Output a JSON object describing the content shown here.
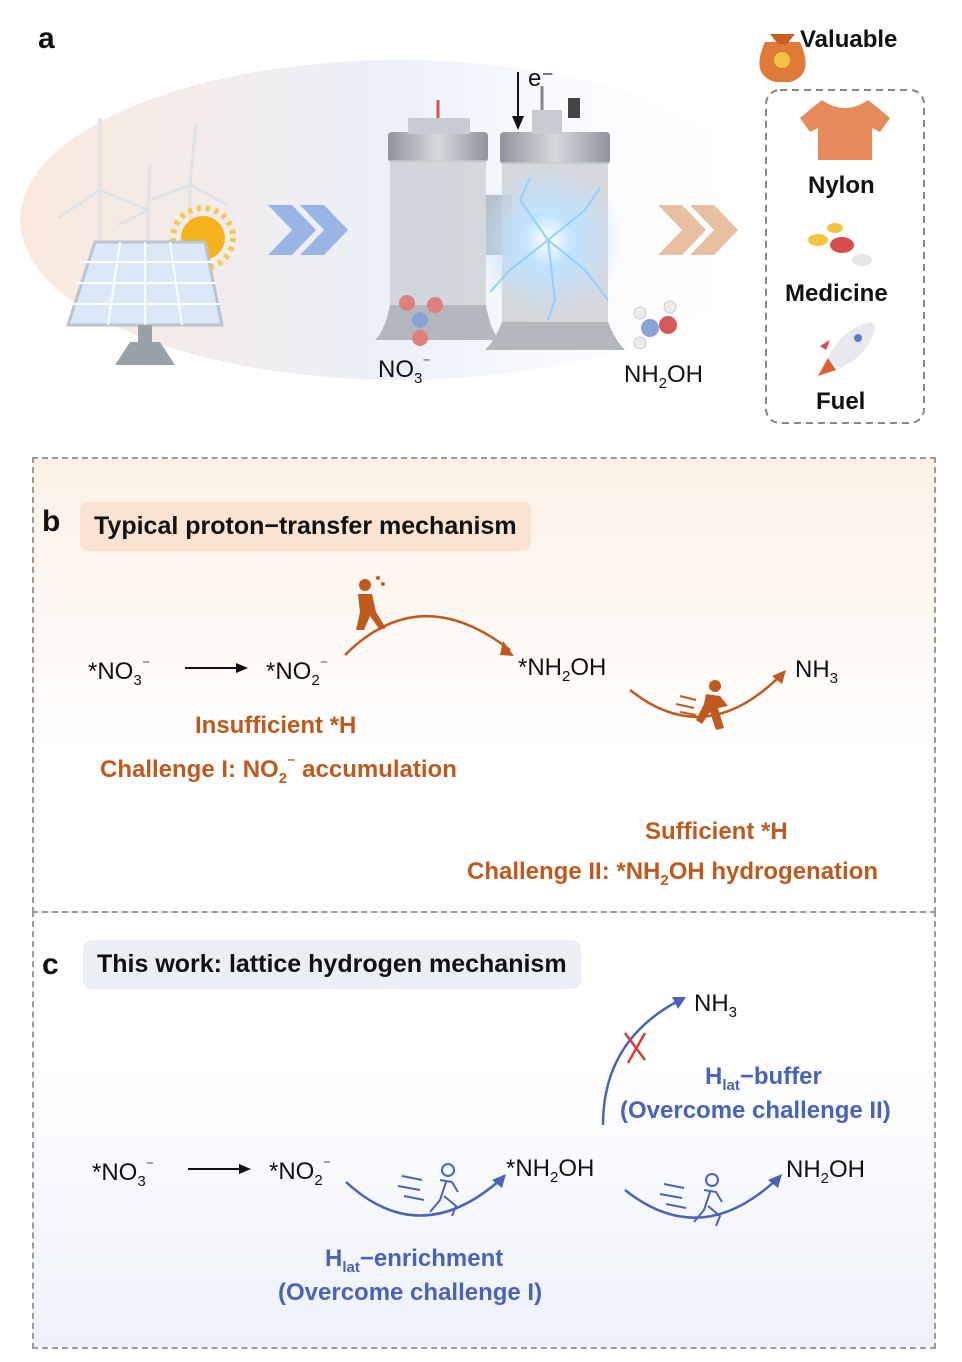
{
  "panel_a": {
    "letter": "a",
    "electron_label": "e⁻",
    "valuable": "Valuable",
    "reactant_main": "NO",
    "reactant_sub": "3",
    "reactant_sup": "⁻",
    "product_pre": "NH",
    "product_sub": "2",
    "product_post": "OH",
    "uses": [
      "Nylon",
      "Medicine",
      "Fuel"
    ]
  },
  "panel_b": {
    "letter": "b",
    "title": "Typical proton−transfer mechanism",
    "insufficient": "Insufficient *H",
    "challenge1_pre": "Challenge I: NO",
    "challenge1_sub": "2",
    "challenge1_sup": "⁻",
    "challenge1_post": " accumulation",
    "sufficient": "Sufficient *H",
    "challenge2_pre": "Challenge II: *NH",
    "challenge2_sub": "2",
    "challenge2_post": "OH hydrogenation"
  },
  "panel_c": {
    "letter": "c",
    "title": "This work: lattice hydrogen mechanism",
    "enrich_main": "H",
    "enrich_sub": "lat",
    "enrich_post": "−enrichment",
    "enrich_note": "(Overcome challenge I)",
    "buffer_main": "H",
    "buffer_sub": "lat",
    "buffer_post": "−buffer",
    "buffer_note": "(Overcome challenge II)"
  },
  "species": {
    "star": "*",
    "no": "NO",
    "nh": "NH",
    "oh": "OH",
    "sub2": "2",
    "sub3": "3",
    "minus": "⁻"
  },
  "colors": {
    "orange": "#bf5a1e",
    "blue": "#4a63b8",
    "panel_b_bg": "#fdf1e6",
    "panel_c_bg": "#eef1fa"
  }
}
